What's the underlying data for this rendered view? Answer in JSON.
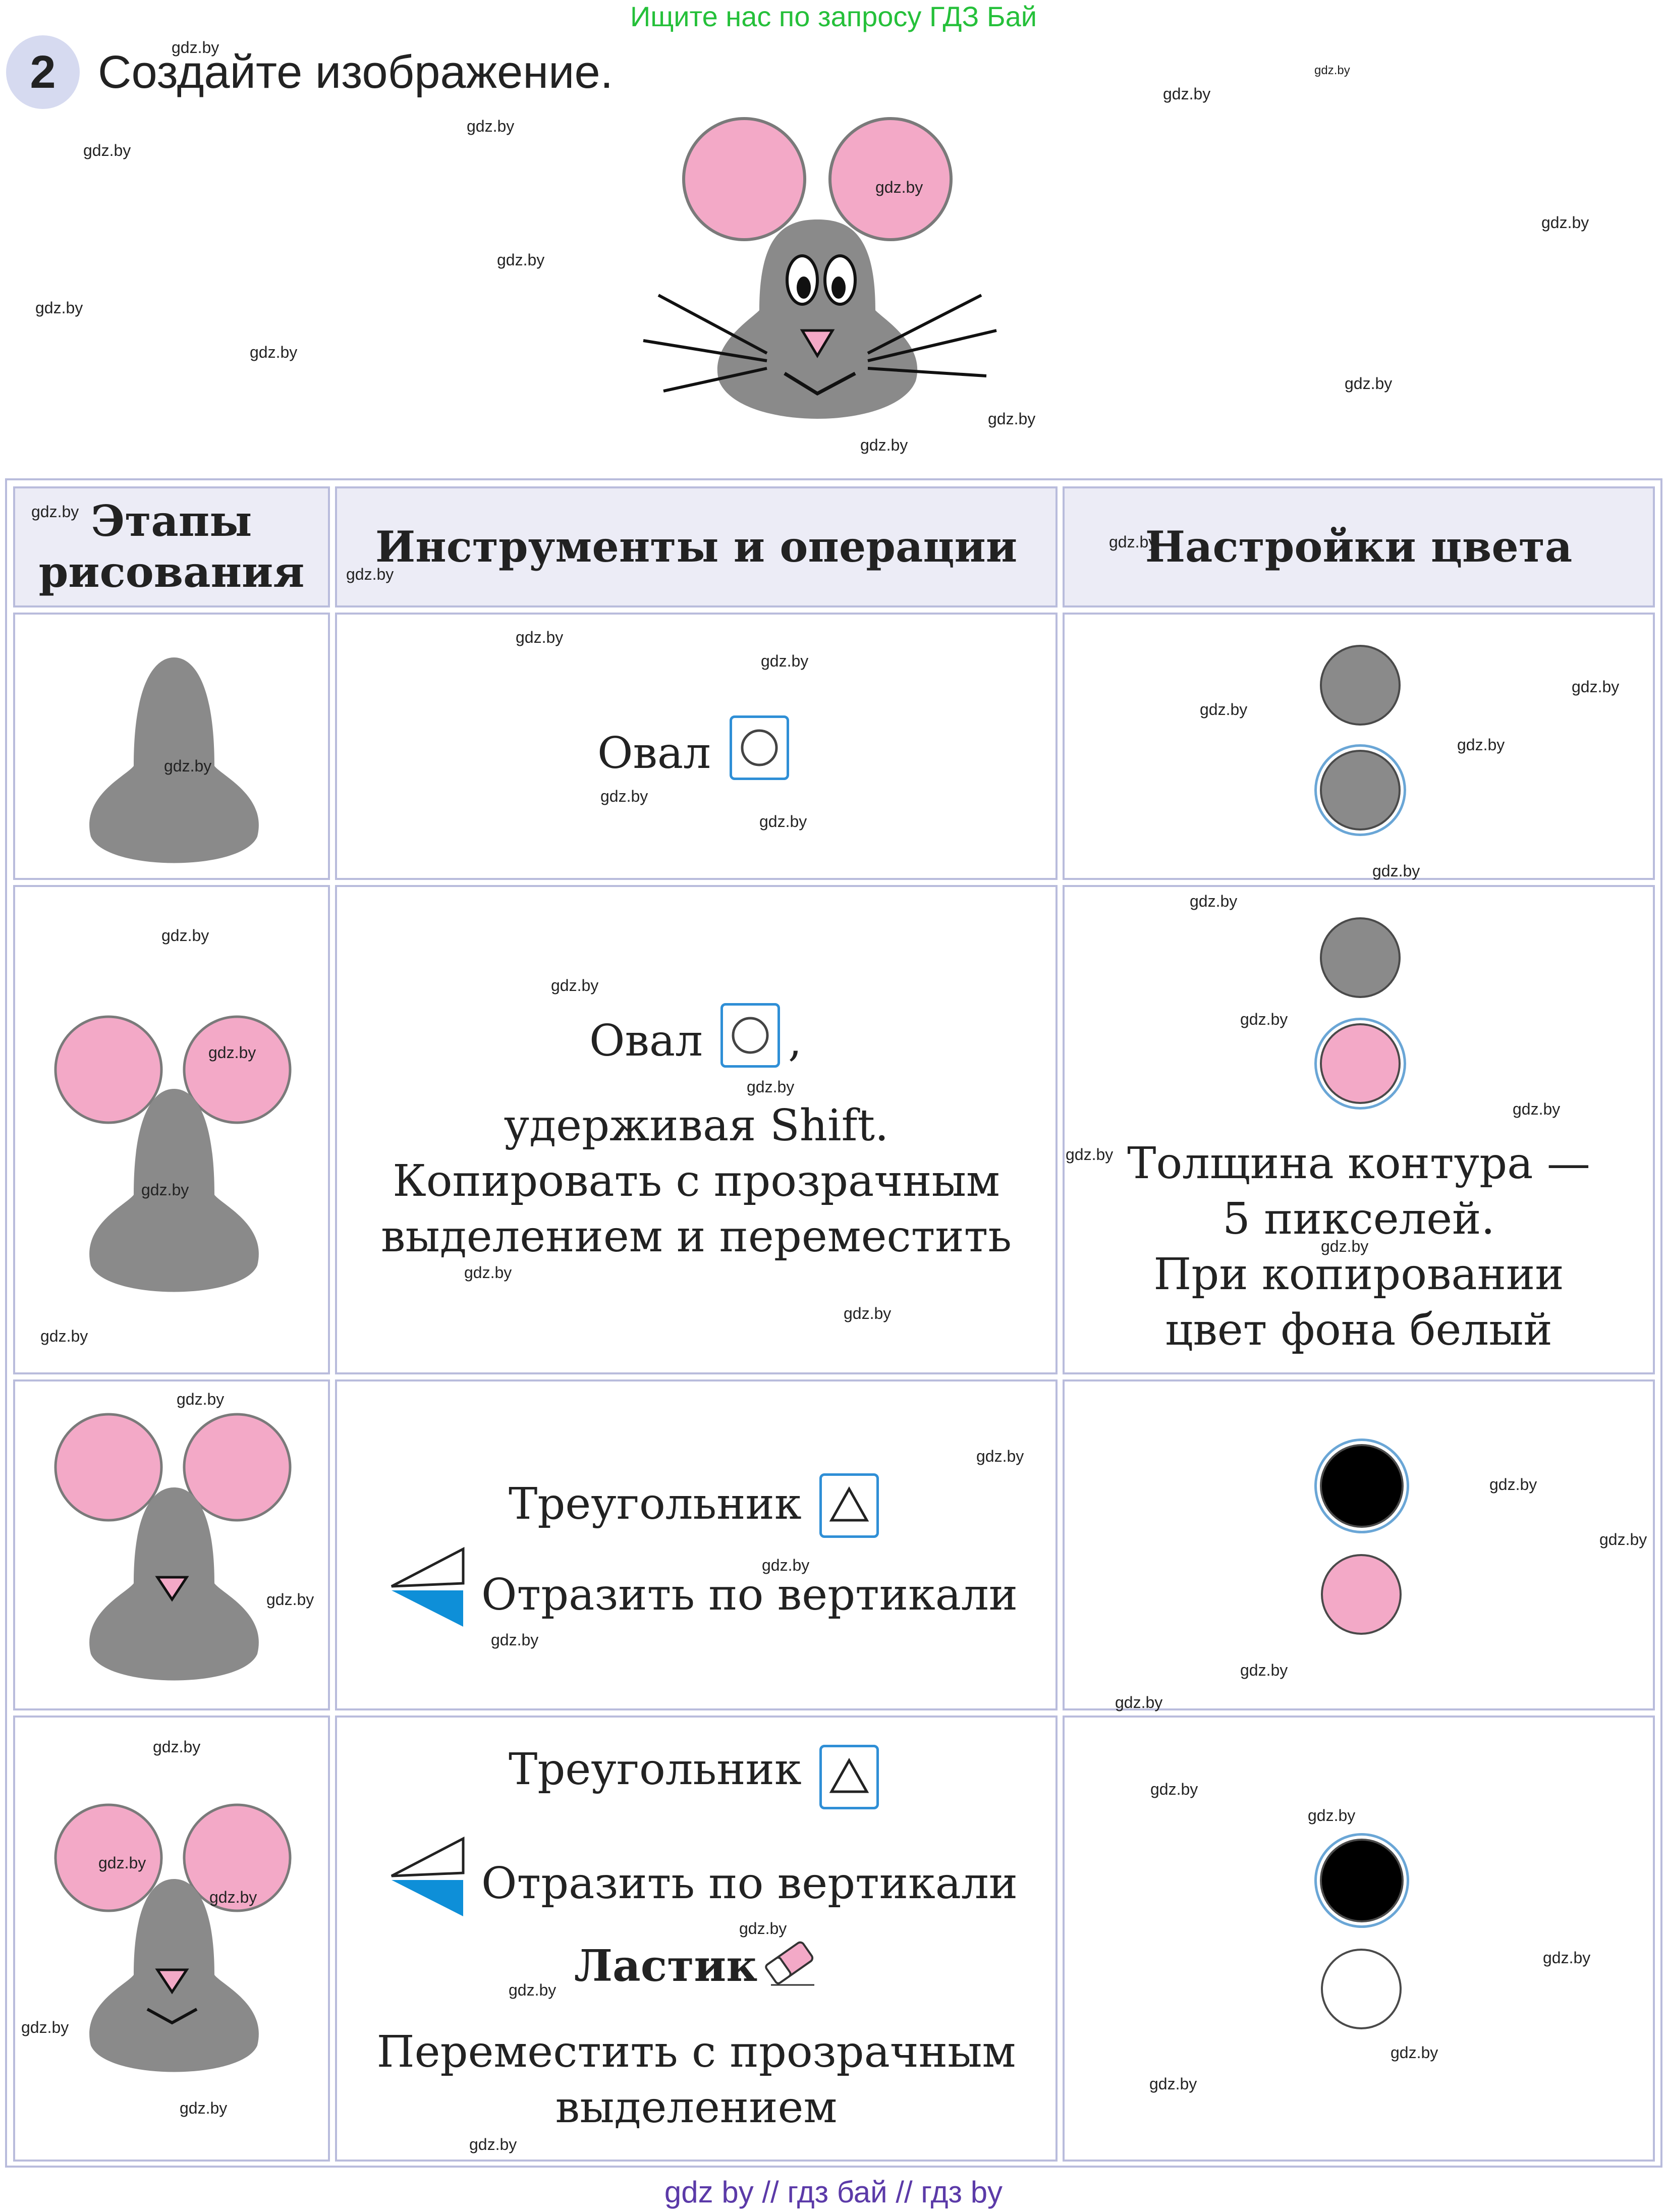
{
  "banner": "Ищите нас по запросу ГДЗ Бай",
  "task": {
    "number": "2",
    "title": "Создайте изображение."
  },
  "watermark": "gdz.by",
  "table": {
    "headers": [
      "Этапы рисования",
      "Инструменты и операции",
      "Настройки цвета"
    ],
    "rows": [
      {
        "tools": {
          "oval": "Овал"
        },
        "colors": [
          "#8a8a8a",
          "#8a8a8a"
        ]
      },
      {
        "tools": {
          "oval": "Овал",
          "comma": ",",
          "line1": "удерживая Shift.",
          "line2": "Копировать с прозрачным",
          "line3": "выделением и переместить"
        },
        "colors": [
          "#8a8a8a",
          "#f3a9c7"
        ],
        "color_note": [
          "Толщина контура —",
          "5 пикселей.",
          "При копировании",
          "цвет фона белый"
        ]
      },
      {
        "tools": {
          "triangle": "Треугольник",
          "flip": "Отразить по вертикали"
        },
        "colors": [
          "#000000",
          "#f3a9c7"
        ]
      },
      {
        "tools": {
          "triangle": "Треугольник",
          "flip": "Отразить по вертикали",
          "eraser": "Ластик",
          "move1": "Переместить с прозрачным",
          "move2": "выделением"
        },
        "colors": [
          "#000000",
          "#ffffff"
        ]
      }
    ]
  },
  "footer": "gdz by // гдз бай // гдз by",
  "colors": {
    "gray": "#8a8a8a",
    "pink": "#f3a9c7",
    "tool_blue": "#2f8fd6",
    "table_border": "#b9bcdc",
    "header_bg": "#ececf6"
  }
}
